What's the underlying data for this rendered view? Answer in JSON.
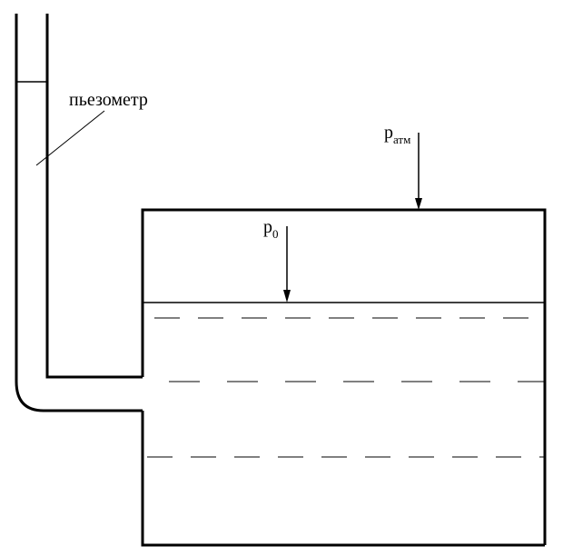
{
  "labels": {
    "piezometer": "пьезометр",
    "p_atm": {
      "base": "p",
      "sub": "атм"
    },
    "p_0": {
      "base": "p",
      "sub": "0"
    }
  },
  "colors": {
    "line": "#000000",
    "background": "#ffffff"
  }
}
